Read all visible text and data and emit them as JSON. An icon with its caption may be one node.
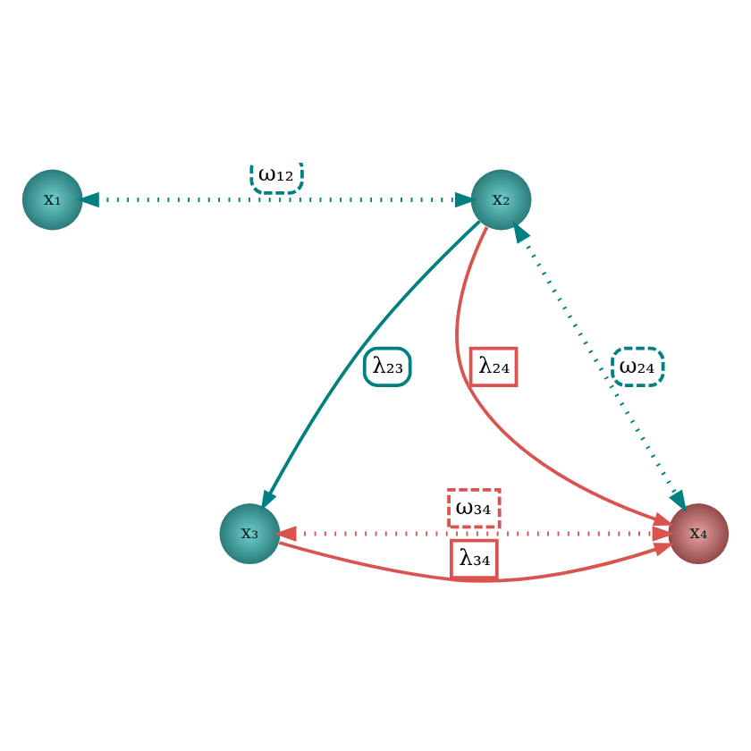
{
  "diagram": {
    "nodes": [
      {
        "text": [
          "x₁"
        ]
      },
      {
        "text": [
          "x₂"
        ]
      },
      {
        "text": [
          "x₃"
        ]
      },
      {
        "text": [
          "x₄"
        ]
      }
    ],
    "edges": [
      {
        "from": 0,
        "to": 1,
        "arrow": "both",
        "label": "ω₁₂",
        "style": "dashed",
        "color": "#008080"
      },
      {
        "from": 1,
        "to": 2,
        "arrow": "to",
        "label": "λ₂₃",
        "color": "#008080"
      },
      {
        "from": 1,
        "to": 3,
        "arrow": "to",
        "label": "λ₂₄",
        "color": "#d9534f"
      },
      {
        "from": 1,
        "to": 3,
        "arrow": "both",
        "label": "ω₂₄",
        "style": "dashed",
        "color": "#008080"
      },
      {
        "from": 2,
        "to": 3,
        "arrow": "to",
        "label": "λ₃₄",
        "color": "#d9534f"
      },
      {
        "from": 2,
        "to": 3,
        "arrow": "both",
        "label": "ω₃₄",
        "style": "dashed",
        "color": "#d9534f"
      }
    ]
  }
}
